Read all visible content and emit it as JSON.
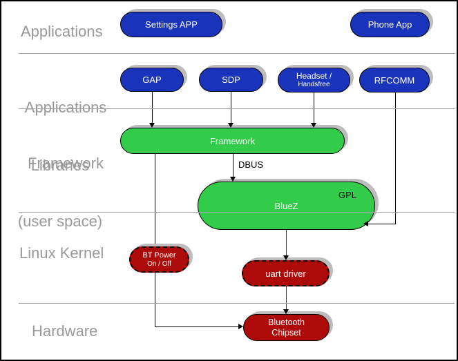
{
  "layers": {
    "applications": {
      "label": "Applications"
    },
    "applications_framework": {
      "line1": "Applications",
      "line2": "Framework"
    },
    "libraries": {
      "line1": "Libraries",
      "line2": "(user space)"
    },
    "linux_kernel": {
      "label": "Linux Kernel"
    },
    "hardware": {
      "label": "Hardware"
    }
  },
  "nodes": {
    "settings_app": {
      "label": "Settings APP"
    },
    "phone_app": {
      "label": "Phone App"
    },
    "gap": {
      "label": "GAP"
    },
    "sdp": {
      "label": "SDP"
    },
    "headset": {
      "line1": "Headset /",
      "line2": "Handsfree"
    },
    "rfcomm": {
      "label": "RFCOMM"
    },
    "framework": {
      "label": "Framework"
    },
    "bluez": {
      "label": "BlueZ",
      "license_tag": "GPL"
    },
    "bt_power": {
      "line1": "BT Power",
      "line2": "On / Off"
    },
    "uart_driver": {
      "label": "uart driver"
    },
    "bluetooth_chipset": {
      "line1": "Bluetooth",
      "line2": "Chipset"
    }
  },
  "edges": {
    "dbus_label": "DBUS"
  },
  "colors": {
    "app_node": "#1a33bb",
    "lib_node": "#33cb4a",
    "kernel_node": "#ad0a0a",
    "layer_label": "#999999",
    "divider": "#a3a3a3",
    "shadow": "#bdbdbd",
    "node_text": "#ffffff",
    "edge": "#000000"
  }
}
